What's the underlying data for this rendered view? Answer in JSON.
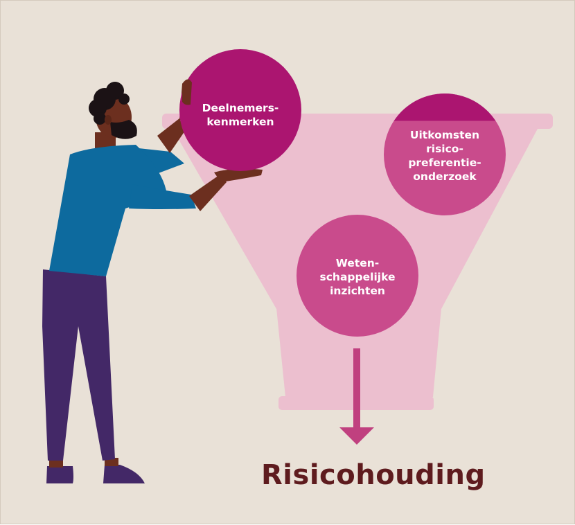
{
  "bubbles": {
    "deelnemers": {
      "lines": [
        "Deelnemers-",
        "kenmerken"
      ]
    },
    "uitkomsten": {
      "lines": [
        "Uitkomsten",
        "risico-",
        "preferentie-",
        "onderzoek"
      ]
    },
    "weten": {
      "lines": [
        "Weten-",
        "schappelijke",
        "inzichten"
      ]
    }
  },
  "result": {
    "label": "Risicohouding"
  },
  "colors": {
    "background": "#e9e1d7",
    "funnel": "#ecbfcf",
    "bubble_dark": "#ab1570",
    "bubble_light": "#c94b8c",
    "arrow": "#c0407f",
    "result_text": "#5e1b1e",
    "shirt": "#0d6a9e",
    "trousers": "#432867",
    "skin": "#6c2f1f",
    "hair": "#1b1215"
  }
}
